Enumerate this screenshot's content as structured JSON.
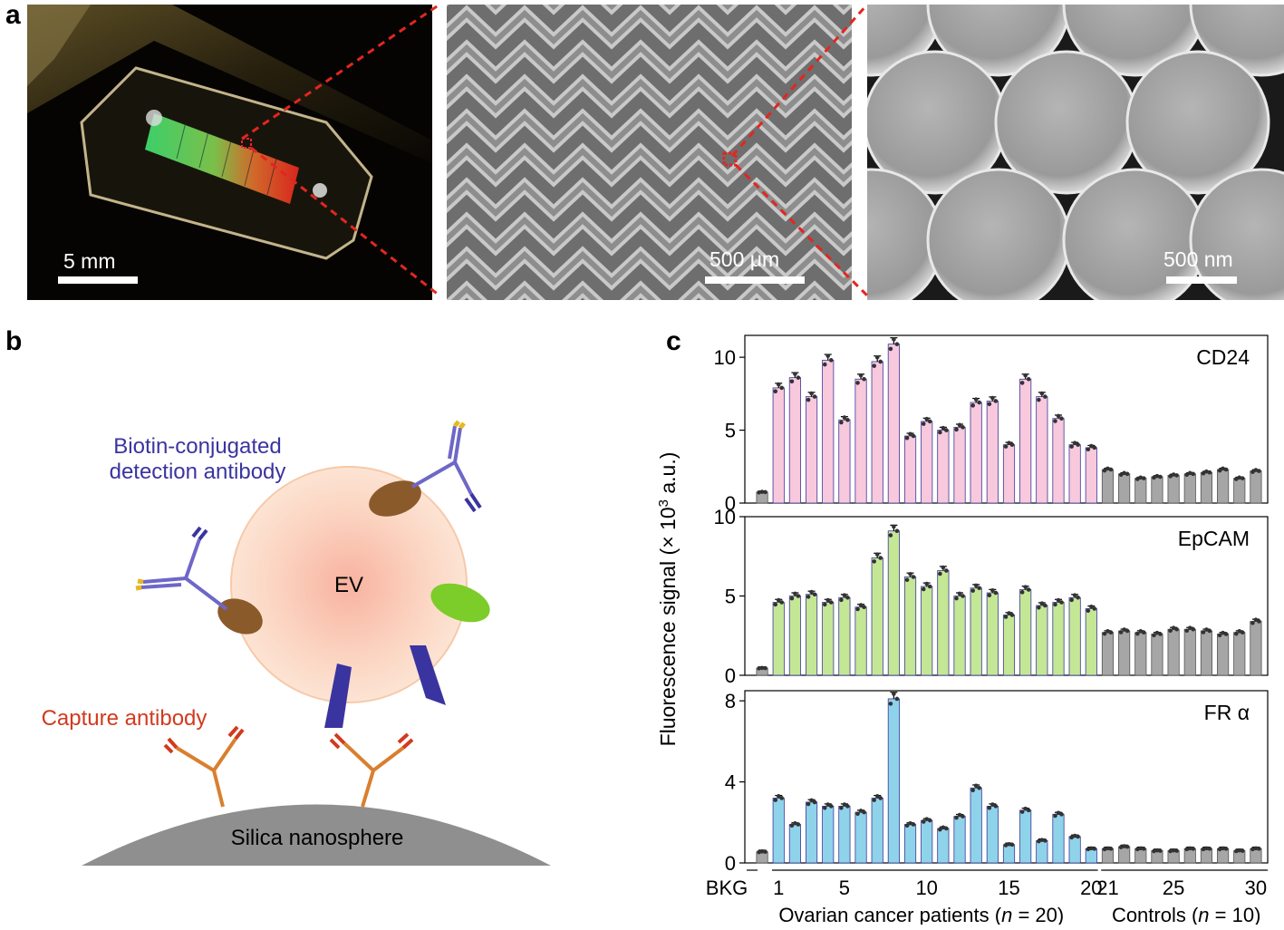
{
  "panel_labels": {
    "a": "a",
    "b": "b",
    "c": "c"
  },
  "panel_a": {
    "scale_bars": [
      "5 mm",
      "500 μm",
      "500 nm"
    ]
  },
  "panel_b": {
    "ev_label": "EV",
    "detection_label_line1": "Biotin-conjugated",
    "detection_label_line2": "detection antibody",
    "capture_label": "Capture antibody",
    "sphere_label": "Silica nanosphere",
    "colors": {
      "detection": "#3a34a0",
      "capture": "#d23a1e",
      "sphere": "#8a8a8a",
      "ev": "#f9c9b4"
    }
  },
  "chart_data": {
    "type": "bar",
    "ylabel_prefix": "Fluorescence signal (× 10",
    "ylabel_exp": "3",
    "ylabel_suffix": " a.u.)",
    "x_tick_labels": [
      {
        "pos": 0,
        "text": "BKG"
      },
      {
        "pos": 1,
        "text": "1"
      },
      {
        "pos": 5,
        "text": "5"
      },
      {
        "pos": 10,
        "text": "10"
      },
      {
        "pos": 15,
        "text": "15"
      },
      {
        "pos": 20,
        "text": "20"
      },
      {
        "pos": 21,
        "text": "21"
      },
      {
        "pos": 25,
        "text": "25"
      },
      {
        "pos": 30,
        "text": "30"
      }
    ],
    "group_label_patients_pre": "Ovarian cancer patients (",
    "group_label_patients_n": "n",
    "group_label_patients_post": " = 20)",
    "group_label_controls_pre": "Controls (",
    "group_label_controls_n": "n",
    "group_label_controls_post": " = 10)",
    "colors": {
      "bkg": "#a6a6a6",
      "control": "#a6a6a6"
    },
    "subplots": [
      {
        "name": "CD24",
        "ylim": [
          0,
          11.5
        ],
        "yticks": [
          0,
          5,
          10
        ],
        "color": "#f8c8dc",
        "bkg": 0.75,
        "patients": [
          7.9,
          8.6,
          7.3,
          9.8,
          5.7,
          8.5,
          9.7,
          10.9,
          4.6,
          5.6,
          5.0,
          5.2,
          6.9,
          7.0,
          4.0,
          8.5,
          7.3,
          5.8,
          4.0,
          3.8
        ],
        "controls": [
          2.3,
          2.0,
          1.7,
          1.8,
          1.9,
          2.0,
          2.1,
          2.3,
          1.7,
          2.2
        ]
      },
      {
        "name": "EpCAM",
        "ylim": [
          0,
          10
        ],
        "yticks": [
          0,
          5,
          10
        ],
        "color": "#c4e795",
        "bkg": 0.45,
        "patients": [
          4.6,
          5.0,
          5.1,
          4.6,
          4.9,
          4.3,
          7.4,
          9.1,
          6.2,
          5.6,
          6.6,
          5.0,
          5.5,
          5.2,
          3.8,
          5.4,
          4.4,
          4.6,
          4.9,
          4.2
        ],
        "controls": [
          2.7,
          2.8,
          2.7,
          2.6,
          2.9,
          2.9,
          2.8,
          2.6,
          2.7,
          3.4
        ]
      },
      {
        "name": "FR α",
        "ylim": [
          0,
          8.5
        ],
        "yticks": [
          0,
          4,
          8
        ],
        "color": "#8fd3ea",
        "bkg": 0.55,
        "patients": [
          3.2,
          1.9,
          3.0,
          2.8,
          2.8,
          2.5,
          3.2,
          8.1,
          1.9,
          2.1,
          1.7,
          2.3,
          3.7,
          2.8,
          0.9,
          2.6,
          1.1,
          2.4,
          1.3,
          0.7
        ],
        "controls": [
          0.7,
          0.8,
          0.7,
          0.6,
          0.6,
          0.7,
          0.7,
          0.7,
          0.6,
          0.7
        ]
      }
    ]
  }
}
